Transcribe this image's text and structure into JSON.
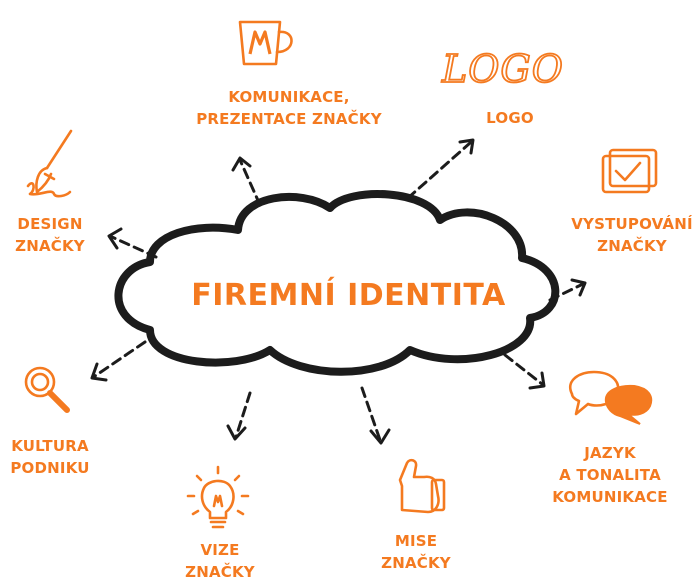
{
  "center": {
    "title": "FIREMNÍ IDENTITA"
  },
  "nodes": {
    "komunikace": {
      "line1": "KOMUNIKACE,",
      "line2": "PREZENTACE ZNAČKY",
      "icon": "mug-icon"
    },
    "logo": {
      "line1": "LOGO",
      "icon_text": "LOGO",
      "icon": "logo-lettering-icon"
    },
    "vystupovani": {
      "line1": "VYSTUPOVÁNÍ",
      "line2": "ZNAČKY",
      "icon": "checkbox-cards-icon"
    },
    "jazyk": {
      "line1": "JAZYK",
      "line2": "A TONALITA",
      "line3": "KOMUNIKACE",
      "icon": "speech-bubbles-icon"
    },
    "mise": {
      "line1": "MISE",
      "line2": "ZNAČKY",
      "icon": "thumbs-up-icon"
    },
    "vize": {
      "line1": "VIZE",
      "line2": "ZNAČKY",
      "icon": "lightbulb-icon"
    },
    "kultura": {
      "line1": "KULTURA",
      "line2": "PODNIKU",
      "icon": "magnifier-icon"
    },
    "design": {
      "line1": "DESIGN",
      "line2": "ZNAČKY",
      "icon": "paintbrush-icon"
    }
  },
  "colors": {
    "accent": "#f47a20",
    "outline": "#1c1c1c",
    "background": "#ffffff"
  }
}
